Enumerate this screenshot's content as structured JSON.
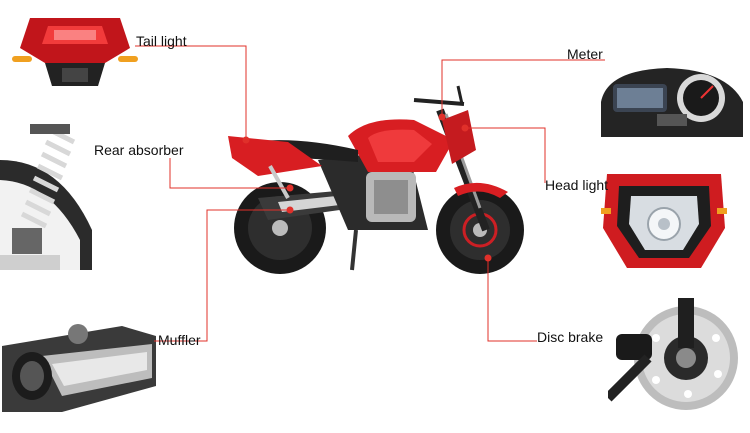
{
  "labels": {
    "tail_light": "Tail light",
    "rear_absorber": "Rear absorber",
    "muffler": "Muffler",
    "meter": "Meter",
    "head_light": "Head light",
    "disc_brake": "Disc brake"
  },
  "colors": {
    "leader_line": "#e0302a",
    "bike_red": "#d81e22",
    "dark": "#1b1b1b",
    "chrome": "#c9c9c9"
  },
  "icons": {
    "bike": "motorcycle-photo",
    "tail": "tail-light-photo",
    "absorber": "shock-absorber-photo",
    "muffler": "muffler-photo",
    "meter": "meter-photo",
    "head": "head-light-photo",
    "brake": "disc-brake-photo"
  }
}
